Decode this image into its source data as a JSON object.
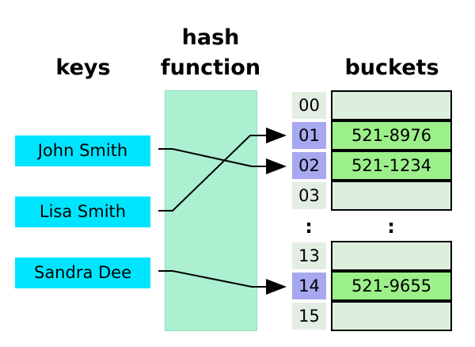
{
  "headings": {
    "keys": "keys",
    "hash_line1": "hash",
    "hash_line2": "function",
    "buckets": "buckets"
  },
  "keys": [
    "John Smith",
    "Lisa Smith",
    "Sandra Dee"
  ],
  "indices": [
    "00",
    "01",
    "02",
    "03",
    "13",
    "14",
    "15"
  ],
  "bucket_values": [
    "",
    "521-8976",
    "521-1234",
    "",
    "",
    "521-9655",
    ""
  ],
  "ellipsis": ":",
  "colors": {
    "key_fill": "#00e5ff",
    "hash_fill": "#aaf0d1",
    "index_fill": "#e2eee2",
    "index_hit_fill": "#a8a8f0",
    "bucket_empty_fill": "#dcefdc",
    "bucket_filled_fill": "#9cf08a"
  }
}
